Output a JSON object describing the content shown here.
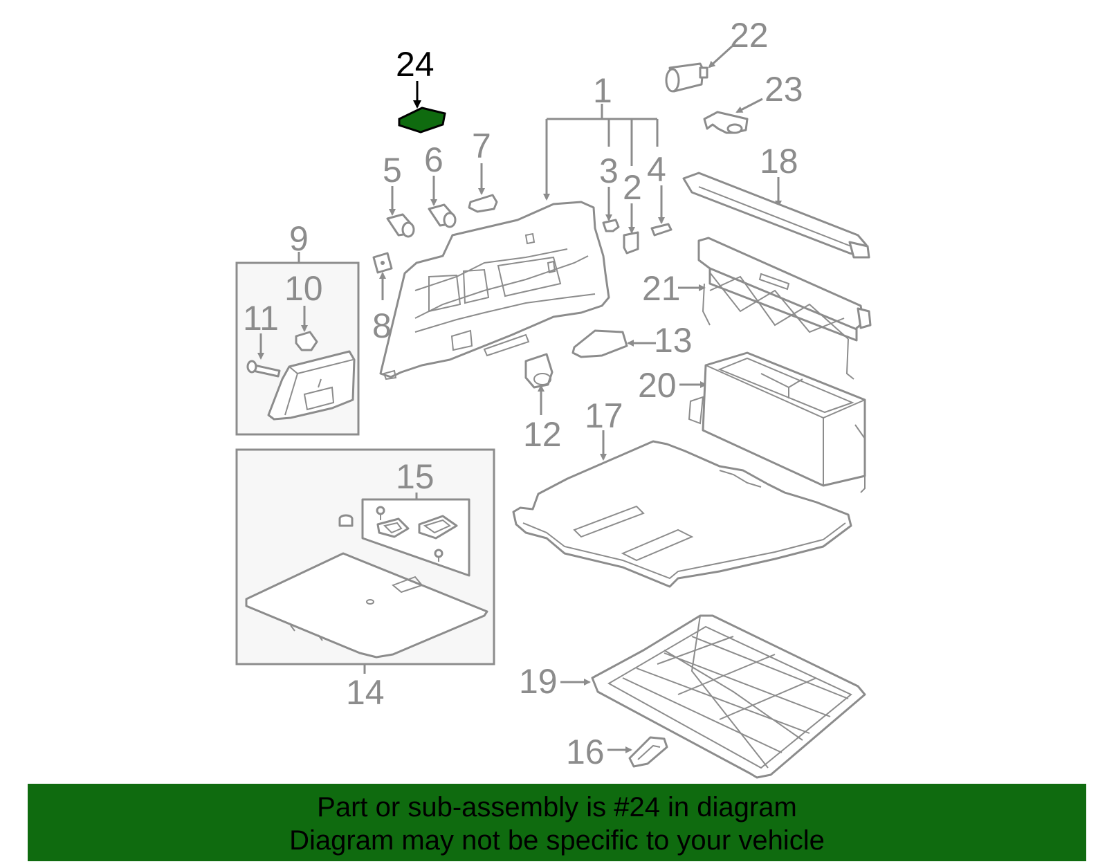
{
  "colors": {
    "highlight": "#0f6b0f",
    "part_line": "#8c8c8c",
    "highlight_label": "#000000",
    "banner_background": "#0f6b0f",
    "banner_text": "#000000"
  },
  "highlighted_part": "24",
  "callouts": {
    "c1": "1",
    "c2": "2",
    "c3": "3",
    "c4": "4",
    "c5": "5",
    "c6": "6",
    "c7": "7",
    "c8": "8",
    "c9": "9",
    "c10": "10",
    "c11": "11",
    "c12": "12",
    "c13": "13",
    "c14": "14",
    "c15": "15",
    "c16": "16",
    "c17": "17",
    "c18": "18",
    "c19": "19",
    "c20": "20",
    "c21": "21",
    "c22": "22",
    "c23": "23",
    "c24": "24"
  },
  "banner": {
    "line1": "Part or sub-assembly is #24 in diagram",
    "line2": "Diagram may not be specific to your vehicle"
  }
}
